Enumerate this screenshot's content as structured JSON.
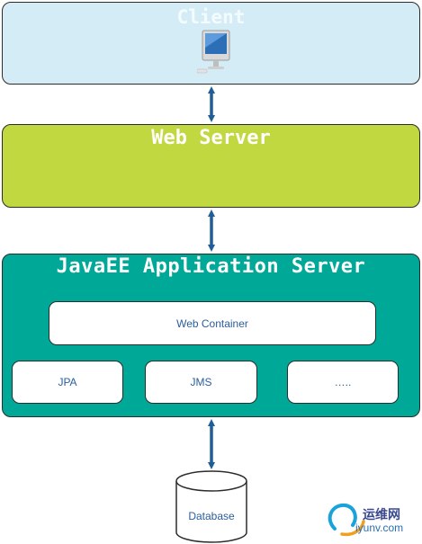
{
  "tiers": {
    "client": {
      "title": "Client"
    },
    "web_server": {
      "title": "Web Server"
    },
    "app_server": {
      "title": "JavaEE Application Server",
      "components": {
        "web_container": "Web Container",
        "jpa": "JPA",
        "jms": "JMS",
        "more": "….."
      }
    }
  },
  "database": {
    "label": "Database"
  },
  "watermark": {
    "name": "运维网",
    "site": "iyunv.com"
  },
  "icons": {
    "client": "imac-computer-icon",
    "arrows": "double-headed-arrow-icon",
    "database": "database-cylinder-icon",
    "watermark": "watermark-logo-icon"
  },
  "colors": {
    "client_fill": "#d4ecf5",
    "web_server_fill": "#c1d840",
    "app_server_fill": "#00a898",
    "arrow": "#1f5e96",
    "component_text": "#2b5d9b"
  }
}
